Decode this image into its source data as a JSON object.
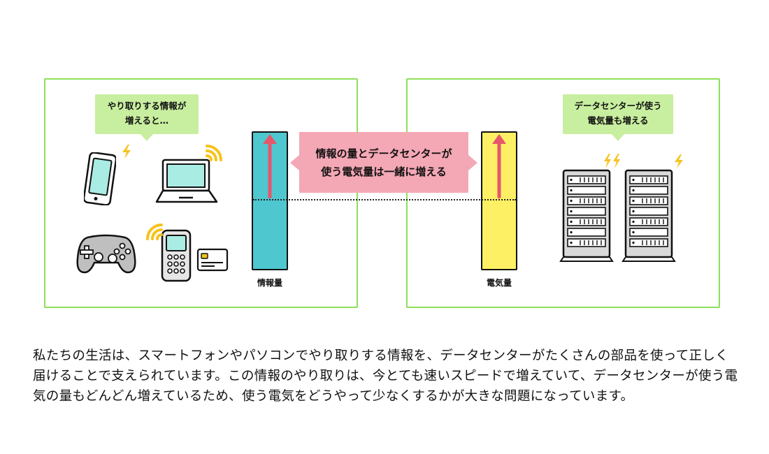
{
  "left_panel": {
    "bubble_line1": "やり取りする情報が",
    "bubble_line2": "増えると…",
    "bar_label": "情報量"
  },
  "right_panel": {
    "bubble_line1": "データセンターが使う",
    "bubble_line2": "電気量も増える",
    "bar_label": "電気量"
  },
  "center_label": {
    "line1": "情報の量とデータセンターが",
    "line2": "使う電気量は一緒に増える"
  },
  "description": "私たちの生活は、スマートフォンやパソコンでやり取りする情報を、データセンターがたくさんの部品を使って正しく届けることで支えられています。この情報のやり取りは、今とても速いスピードで増えていて、データセンターが使う電気の量もどんどん増えているため、使う電気をどうやって少なくするかが大きな問題になっています。",
  "colors": {
    "panel_border": "#8de05a",
    "bubble": "#c8ee9f",
    "center_label": "#f4a7b5",
    "info_bar": "#4ec7cf",
    "power_bar": "#fdf064",
    "arrow": "#e8566b",
    "signal": "#f6c21c",
    "screen": "#a9ece3"
  },
  "icons": [
    "smartphone-icon",
    "laptop-icon",
    "game-controller-icon",
    "feature-phone-icon",
    "ic-card-icon",
    "server-rack-icon",
    "lightning-icon",
    "wifi-signal-icon"
  ]
}
